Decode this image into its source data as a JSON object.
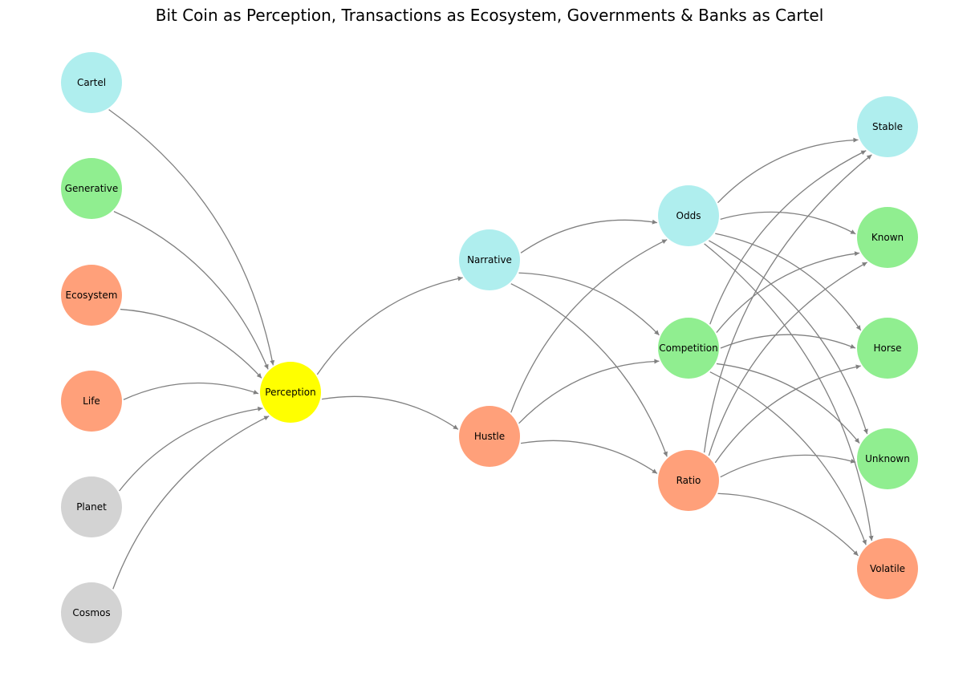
{
  "title": "Bit Coin as Perception, Transactions as Ecosystem, Governments & Banks as Cartel",
  "colors": {
    "gray": "#d3d3d3",
    "salmon": "#ffa07a",
    "green": "#90ee90",
    "cyan": "#afeeee",
    "yellow": "#ffff00",
    "edge": "#808080"
  },
  "nodes": [
    {
      "id": "cosmos",
      "label": "Cosmos",
      "color": "gray"
    },
    {
      "id": "planet",
      "label": "Planet",
      "color": "gray"
    },
    {
      "id": "life",
      "label": "Life",
      "color": "salmon"
    },
    {
      "id": "ecosystem",
      "label": "Ecosystem",
      "color": "salmon"
    },
    {
      "id": "generative",
      "label": "Generative",
      "color": "green"
    },
    {
      "id": "cartel",
      "label": "Cartel",
      "color": "cyan"
    },
    {
      "id": "perception",
      "label": "Perception",
      "color": "yellow"
    },
    {
      "id": "hustle",
      "label": "Hustle",
      "color": "salmon"
    },
    {
      "id": "narrative",
      "label": "Narrative",
      "color": "cyan"
    },
    {
      "id": "ratio",
      "label": "Ratio",
      "color": "salmon"
    },
    {
      "id": "competition",
      "label": "Competition",
      "color": "green"
    },
    {
      "id": "odds",
      "label": "Odds",
      "color": "cyan"
    },
    {
      "id": "volatile",
      "label": "Volatile",
      "color": "salmon"
    },
    {
      "id": "unknown",
      "label": "Unknown",
      "color": "green"
    },
    {
      "id": "horse",
      "label": "Horse",
      "color": "green"
    },
    {
      "id": "known",
      "label": "Known",
      "color": "green"
    },
    {
      "id": "stable",
      "label": "Stable",
      "color": "cyan"
    }
  ],
  "edges": [
    [
      "cosmos",
      "perception"
    ],
    [
      "planet",
      "perception"
    ],
    [
      "life",
      "perception"
    ],
    [
      "ecosystem",
      "perception"
    ],
    [
      "generative",
      "perception"
    ],
    [
      "cartel",
      "perception"
    ],
    [
      "perception",
      "hustle"
    ],
    [
      "perception",
      "narrative"
    ],
    [
      "hustle",
      "ratio"
    ],
    [
      "hustle",
      "competition"
    ],
    [
      "hustle",
      "odds"
    ],
    [
      "narrative",
      "ratio"
    ],
    [
      "narrative",
      "competition"
    ],
    [
      "narrative",
      "odds"
    ],
    [
      "ratio",
      "volatile"
    ],
    [
      "ratio",
      "unknown"
    ],
    [
      "ratio",
      "horse"
    ],
    [
      "ratio",
      "known"
    ],
    [
      "ratio",
      "stable"
    ],
    [
      "competition",
      "volatile"
    ],
    [
      "competition",
      "unknown"
    ],
    [
      "competition",
      "horse"
    ],
    [
      "competition",
      "known"
    ],
    [
      "competition",
      "stable"
    ],
    [
      "odds",
      "volatile"
    ],
    [
      "odds",
      "unknown"
    ],
    [
      "odds",
      "horse"
    ],
    [
      "odds",
      "known"
    ],
    [
      "odds",
      "stable"
    ]
  ]
}
